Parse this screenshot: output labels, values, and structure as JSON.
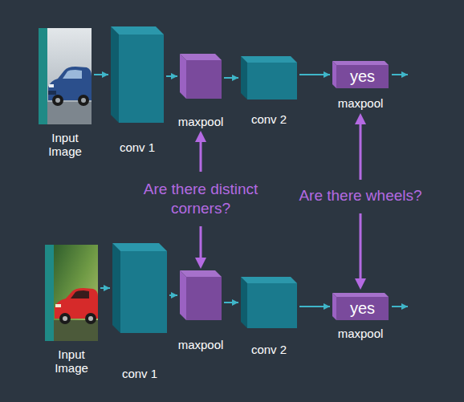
{
  "diagram": {
    "nodes": [
      {
        "text": [
          "Input Image"
        ]
      },
      {
        "text": [
          "conv 1"
        ]
      },
      {
        "text": [
          "maxpool"
        ]
      },
      {
        "text": [
          "conv 2"
        ]
      },
      {
        "text": [
          "yes",
          "maxpool"
        ]
      },
      {
        "text": [
          "Input Image"
        ]
      },
      {
        "text": [
          "conv 1"
        ]
      },
      {
        "text": [
          "maxpool"
        ]
      },
      {
        "text": [
          "conv 2"
        ]
      },
      {
        "text": [
          "yes",
          "maxpool"
        ]
      }
    ],
    "edges": [
      {
        "from": 0,
        "to": 1,
        "arrow": "to"
      },
      {
        "from": 1,
        "to": 2,
        "arrow": "to"
      },
      {
        "from": 2,
        "to": 3,
        "arrow": "to"
      },
      {
        "from": 3,
        "to": 4,
        "arrow": "to"
      },
      {
        "from": 5,
        "to": 6,
        "arrow": "to"
      },
      {
        "from": 6,
        "to": 7,
        "arrow": "to"
      },
      {
        "from": 7,
        "to": 8,
        "arrow": "to"
      },
      {
        "from": 8,
        "to": 9,
        "arrow": "to"
      }
    ],
    "labels": [
      "Are there distinct corners?",
      "Are there wheels?"
    ]
  }
}
